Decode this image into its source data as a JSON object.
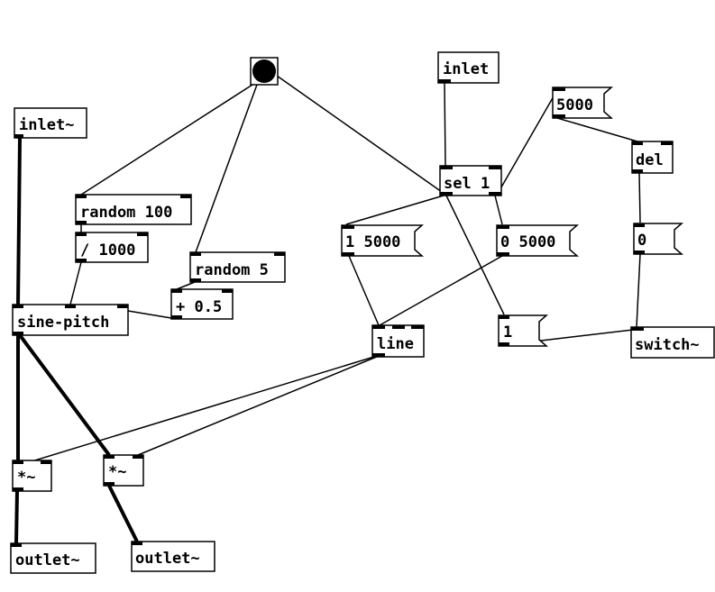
{
  "patch": {
    "bang": {
      "icon": "bang-circle-icon"
    },
    "objects": {
      "inlet_sig": "inlet~",
      "random100": "random 100",
      "div1000": "/ 1000",
      "random5": "random 5",
      "plus05": "+ 0.5",
      "sinepitch": "sine-pitch",
      "inlet": "inlet",
      "sel1": "sel 1",
      "del": "del",
      "line": "line",
      "switch": "switch~",
      "mul_left": "*~",
      "mul_right": "*~",
      "outlet_left": "outlet~",
      "outlet_right": "outlet~"
    },
    "messages": {
      "m5000": "5000",
      "m1_5000": "1 5000",
      "m0_5000": "0 5000",
      "m0": "0",
      "m1": "1"
    }
  }
}
